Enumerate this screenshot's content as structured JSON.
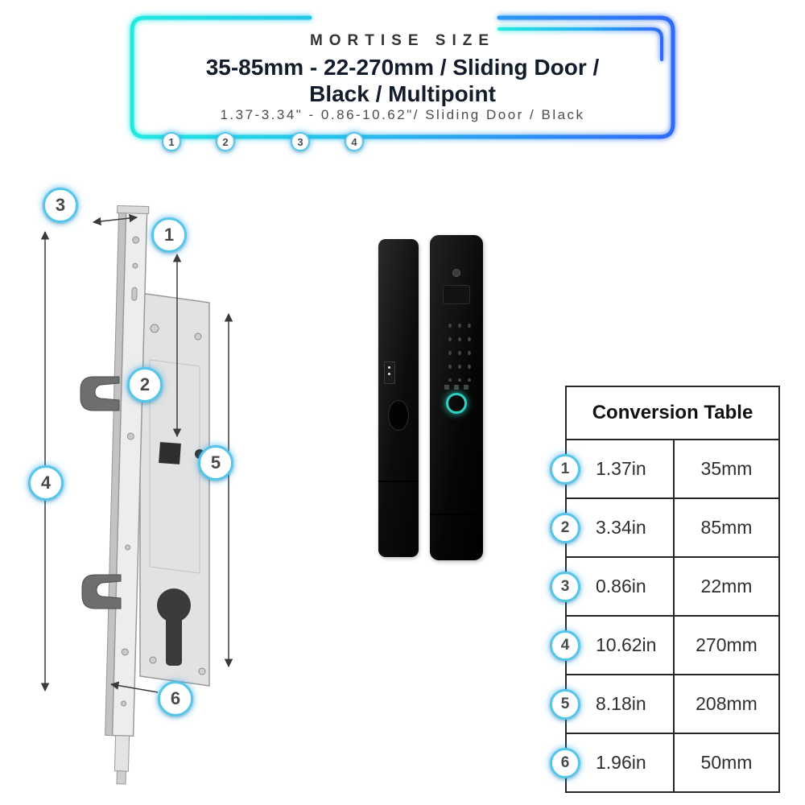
{
  "header": {
    "title": "MORTISE SIZE",
    "line1": "35-85mm - 22-270mm / Sliding Door /",
    "line2": "Black / Multipoint",
    "subtitle": "1.37-3.34\" - 0.86-10.62\"/ Sliding Door / Black",
    "badges": [
      "1",
      "2",
      "3",
      "4"
    ]
  },
  "diagram": {
    "callouts": [
      "3",
      "1",
      "2",
      "5",
      "4",
      "6"
    ]
  },
  "table": {
    "title": "Conversion Table",
    "rows": [
      {
        "badge": "1",
        "inches": "1.37in",
        "mm": "35mm"
      },
      {
        "badge": "2",
        "inches": "3.34in",
        "mm": "85mm"
      },
      {
        "badge": "3",
        "inches": "0.86in",
        "mm": "22mm"
      },
      {
        "badge": "4",
        "inches": "10.62in",
        "mm": "270mm"
      },
      {
        "badge": "5",
        "inches": "8.18in",
        "mm": "208mm"
      },
      {
        "badge": "6",
        "inches": "1.96in",
        "mm": "50mm"
      }
    ]
  },
  "colors": {
    "neon_cyan": "#21e9e0",
    "neon_blue": "#2f6bf6",
    "badge_ring": "#55c6ea",
    "table_border": "#262626",
    "text_dark": "#121c2b",
    "text_gray": "#4c4c4c",
    "fingerprint_teal": "#2fd0c0"
  }
}
